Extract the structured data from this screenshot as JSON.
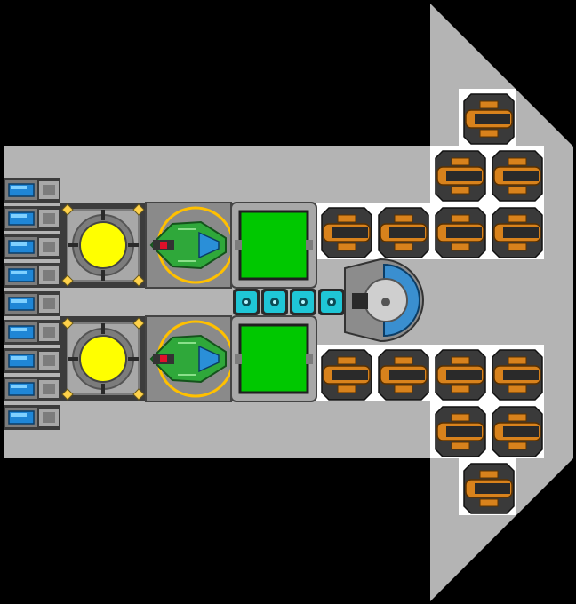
{
  "ship": {
    "colors": {
      "background": "#000000",
      "hull": "#b4b4b4",
      "hull_light": "#ffffff",
      "metal_dark": "#3c3c3c",
      "metal": "#7c7c7c",
      "metal_light": "#a8a8a8",
      "reactor_core": "#ffff00",
      "reactor_accent": "#ffd24a",
      "storage": "#00c800",
      "thruster_copper": "#d8821c",
      "thruster_dark": "#2a2a2a",
      "cockpit_green": "#2fa83a",
      "cockpit_blue": "#2a8fd8",
      "conduit_cyan": "#1fc6d6",
      "battery_blue": "#1f86d6"
    },
    "modules": {
      "batteries": [
        "battery-cell",
        "battery-cell",
        "battery-cell",
        "battery-cell",
        "battery-cell",
        "battery-cell",
        "battery-cell",
        "battery-cell",
        "battery-cell"
      ],
      "reactors": [
        "reactor",
        "reactor"
      ],
      "cockpit_modules": [
        "green-gunship",
        "green-gunship"
      ],
      "storage_bays": [
        "cargo-bay",
        "cargo-bay"
      ],
      "conduits": [
        "power-node",
        "power-node",
        "power-node",
        "power-node"
      ],
      "command": "dome-bridge",
      "thrusters_upper": [
        "thruster",
        "thruster",
        "thruster",
        "thruster",
        "thruster",
        "thruster",
        "thruster"
      ],
      "thrusters_lower": [
        "thruster",
        "thruster",
        "thruster",
        "thruster",
        "thruster",
        "thruster",
        "thruster"
      ]
    }
  }
}
